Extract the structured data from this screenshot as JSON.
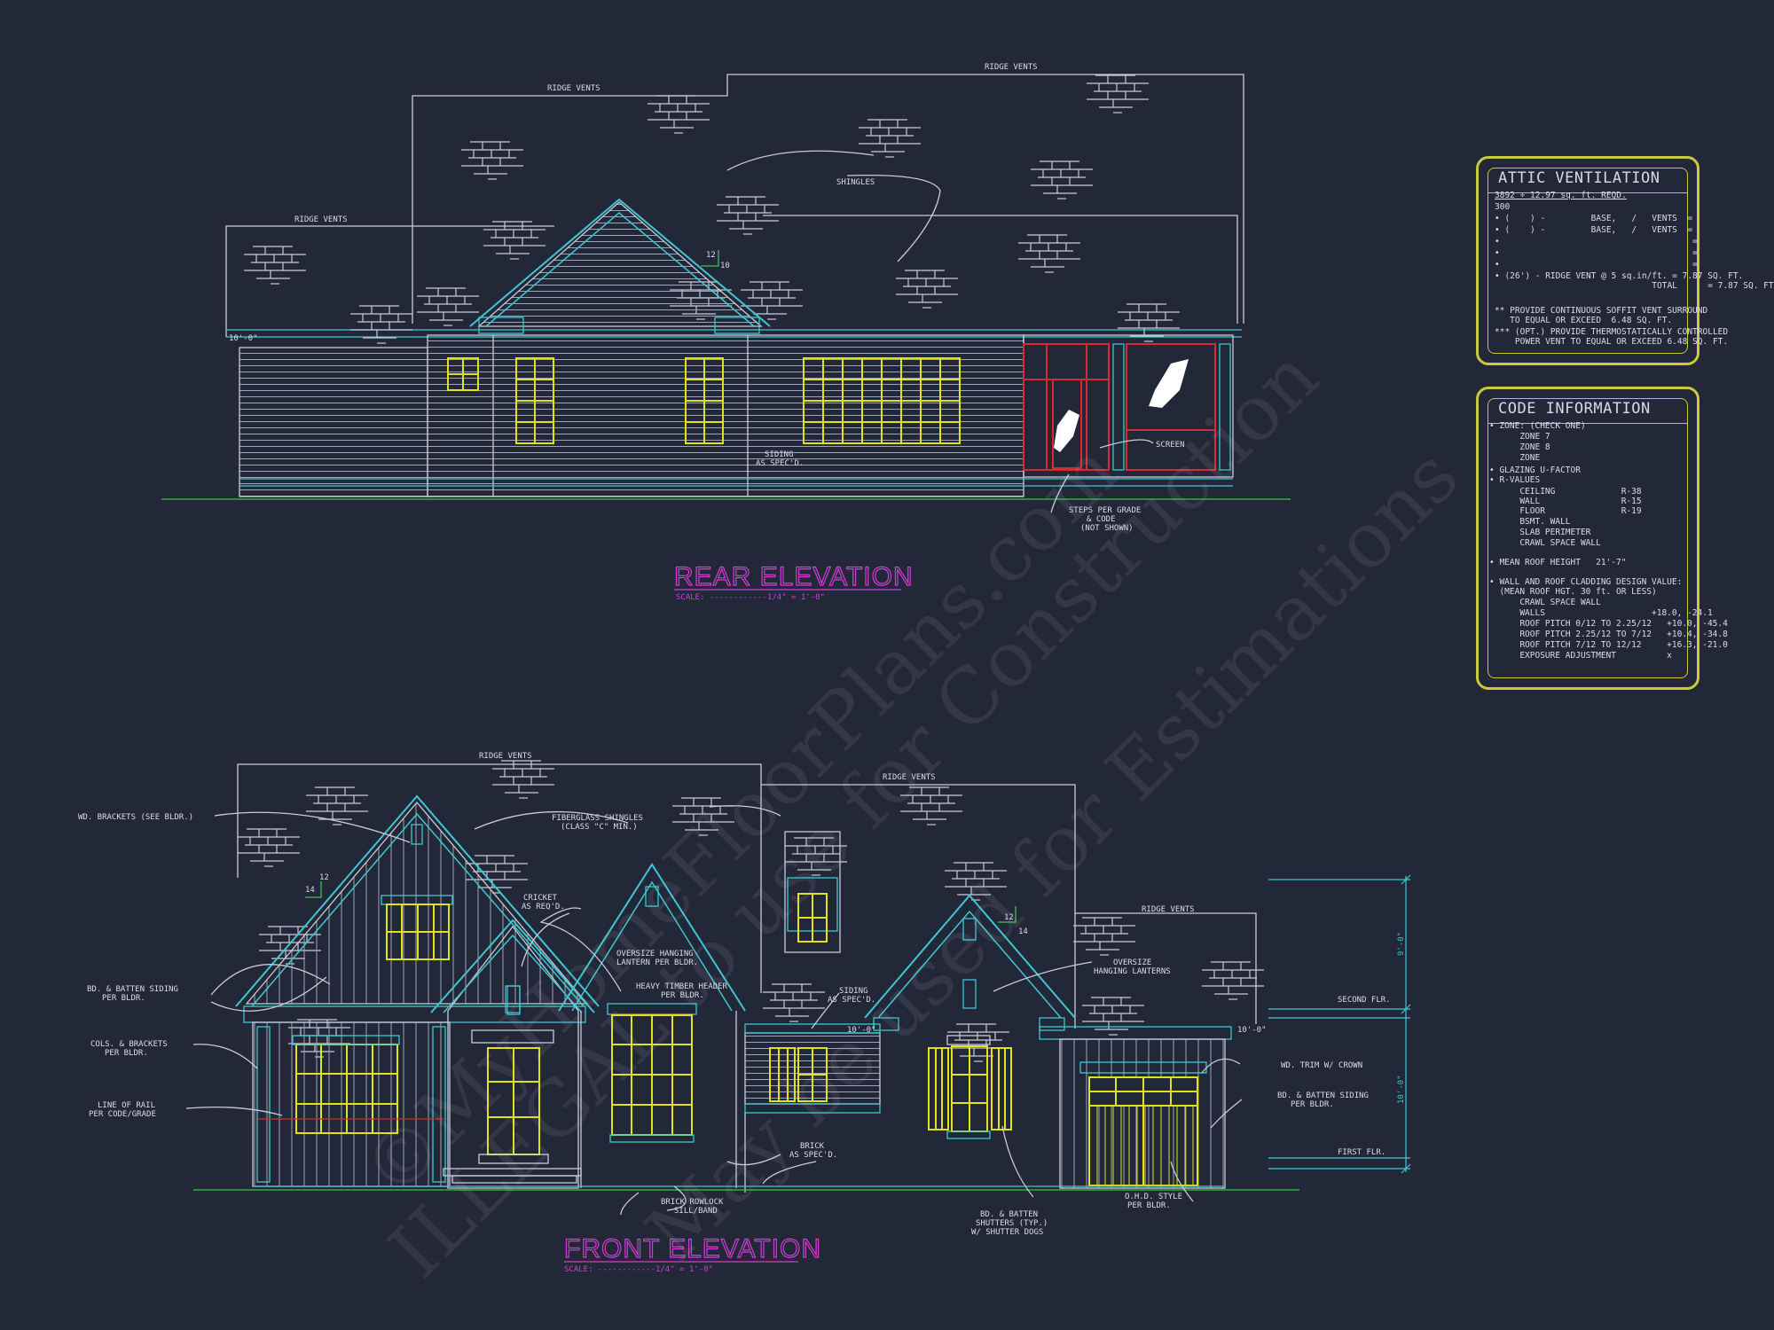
{
  "rear": {
    "title": "REAR ELEVATION",
    "scale": "SCALE: ------------1/4\" = 1'-0\"",
    "labels": {
      "ridge_vents_left": "RIDGE VENTS",
      "ridge_vents_mid": "RIDGE VENTS",
      "ridge_vents_right": "RIDGE VENTS",
      "shingles": "SHINGLES",
      "pitch_rise": "12",
      "pitch_run": "10",
      "plate_height": "10'-0\"",
      "siding_1": "SIDING",
      "siding_2": "AS SPEC'D.",
      "screen": "SCREEN",
      "steps_1": "STEPS PER GRADE",
      "steps_2": "& CODE",
      "steps_3": "(NOT SHOWN)"
    }
  },
  "front": {
    "title": "FRONT ELEVATION",
    "scale": "SCALE: ------------1/4\" = 1'-0\"",
    "labels": {
      "ridge_vents_1": "RIDGE VENTS",
      "ridge_vents_2": "RIDGE VENTS",
      "ridge_vents_3": "RIDGE VENTS",
      "wd_brackets": "WD. BRACKETS (SEE BLDR.)",
      "fiberglass_1": "FIBERGLASS SHINGLES",
      "fiberglass_2": "(CLASS \"C\" MIN.)",
      "cricket_1": "CRICKET",
      "cricket_2": "AS REQ'D.",
      "oversize_lantern_1": "OVERSIZE HANGING",
      "oversize_lantern_2": "LANTERN PER BLDR.",
      "heavy_timber_1": "HEAVY TIMBER HEADER",
      "heavy_timber_2": "PER BLDR.",
      "bd_batten_1": "BD. & BATTEN SIDING",
      "bd_batten_2": "PER BLDR.",
      "cols_brackets_1": "COLS. & BRACKETS",
      "cols_brackets_2": "PER BLDR.",
      "rail_1": "LINE OF RAIL",
      "rail_2": "PER CODE/GRADE",
      "siding_1": "SIDING",
      "siding_2": "AS SPEC'D.",
      "brick_1": "BRICK",
      "brick_2": "AS SPEC'D.",
      "rowlock_1": "BRICK ROWLOCK",
      "rowlock_2": "SILL/BAND",
      "shutters_1": "BD. & BATTEN",
      "shutters_2": "SHUTTERS (TYP.)",
      "shutters_3": "W/ SHUTTER DOGS",
      "lanterns_1": "OVERSIZE",
      "lanterns_2": "HANGING LANTERNS",
      "wd_trim": "WD. TRIM W/ CROWN",
      "bd_batten_r1": "BD. & BATTEN SIDING",
      "bd_batten_r2": "PER BLDR.",
      "ohd_1": "O.H.D. STYLE",
      "ohd_2": "PER BLDR.",
      "pitch_left_rise": "12",
      "pitch_left_run": "14",
      "pitch_right_rise": "12",
      "pitch_right_run": "14",
      "plate_mid": "10'-0\"",
      "plate_right": "10'-0\"",
      "dim_upper": "9'-0\"",
      "dim_lower": "10'-0\"",
      "second_flr": "SECOND FLR.",
      "first_flr": "FIRST FLR."
    }
  },
  "attic": {
    "title": "ATTIC VENTILATION",
    "lines": [
      "3892 ÷ 12.97 sq. ft. REQD.",
      "300",
      "• (    ) -         BASE,   /   VENTS  =",
      "• (    ) -         BASE,   /   VENTS  =",
      "•                                      =",
      "•                                      =",
      "•                                      =",
      "• (26') - RIDGE VENT @ 5 sq.in/ft. = 7.87 SQ. FT.",
      "                               TOTAL      = 7.87 SQ. FT.",
      "",
      "** PROVIDE CONTINUOUS SOFFIT VENT SURROUND",
      "   TO EQUAL OR EXCEED  6.48 SQ. FT.",
      "*** (OPT.) PROVIDE THERMOSTATICALLY CONTROLLED",
      "    POWER VENT TO EQUAL OR EXCEED 6.48 SQ. FT."
    ]
  },
  "code": {
    "title": "CODE INFORMATION",
    "lines": [
      "• ZONE: (CHECK ONE)",
      "      ZONE 7",
      "      ZONE 8",
      "      ZONE",
      "• GLAZING U-FACTOR",
      "• R-VALUES",
      "      CEILING             R-38",
      "      WALL                R-15",
      "      FLOOR               R-19",
      "      BSMT. WALL",
      "      SLAB PERIMETER",
      "      CRAWL SPACE WALL",
      "",
      "• MEAN ROOF HEIGHT   21'-7\"",
      "",
      "• WALL AND ROOF CLADDING DESIGN VALUE:",
      "  (MEAN ROOF HGT. 30 ft. OR LESS)",
      "      CRAWL SPACE WALL",
      "      WALLS                     +18.0, -24.1",
      "      ROOF PITCH 0/12 TO 2.25/12   +10.0, -45.4",
      "      ROOF PITCH 2.25/12 TO 7/12   +10.4, -34.8",
      "      ROOF PITCH 7/12 TO 12/12     +16.3, -21.0",
      "      EXPOSURE ADJUSTMENT          x"
    ]
  },
  "watermark": {
    "line1": "©MyHomeFloorPlans.com",
    "line2": "ILLEGAL to use for Construction",
    "line3": "May be used for Estimations"
  },
  "colors": {
    "background": "#232839",
    "line": "#c9cbd6",
    "cyan": "#3ec7d2",
    "yellow": "#e2e21c",
    "red": "#d42a30",
    "magenta": "#d53ad6",
    "green": "#3cc24c",
    "box": "#c9c93a"
  }
}
